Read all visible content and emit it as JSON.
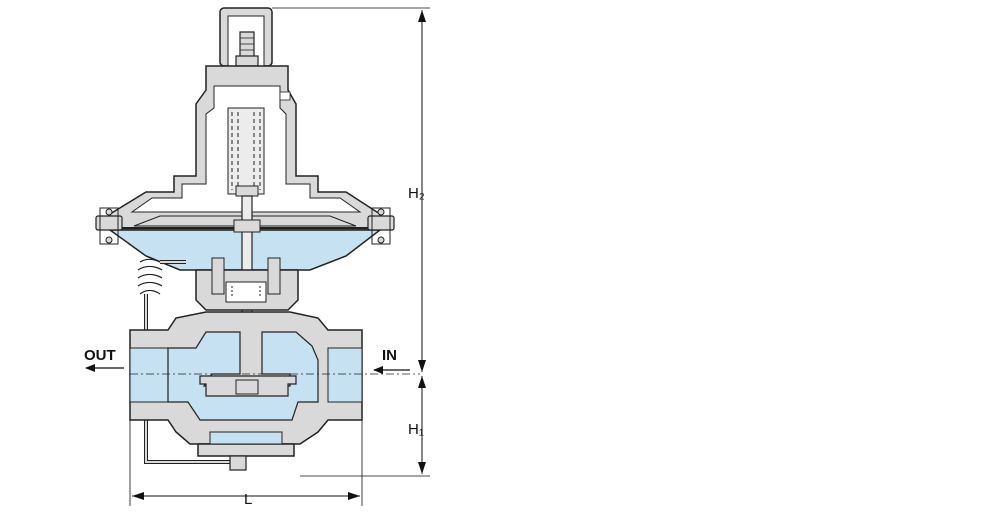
{
  "diagram": {
    "labels": {
      "outlet": "OUT",
      "inlet": "IN",
      "height_upper": "H₂",
      "height_lower": "H₁",
      "length": "L"
    },
    "colors": {
      "body_fill": "#d9d9d9",
      "body_stroke": "#222222",
      "fluid_fill": "#c6e2f2",
      "background": "#ffffff"
    }
  }
}
